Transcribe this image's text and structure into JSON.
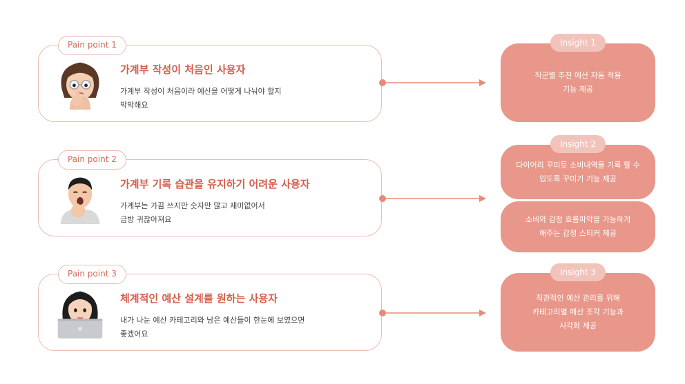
{
  "pain_points": [
    {
      "tag": "Pain point 1",
      "title": "가계부 작성이 처음인 사용자",
      "desc_line1": "가계부 작성이 처음이라 예산을 어떻게 나눠야 할지",
      "desc_line2": "막막해요",
      "avatar": "thinking-woman-memoji"
    },
    {
      "tag": "Pain point 2",
      "title": "가계부 기록 습관을 유지하기 어려운 사용자",
      "desc_line1": "가계부는 가끔 쓰지만 숫자만 많고 재미없어서",
      "desc_line2": "금방 귀찮아져요",
      "avatar": "yawning-man-memoji"
    },
    {
      "tag": "Pain point 3",
      "title": "체계적인 예산 설계를 원하는 사용자",
      "desc_line1": "내가 나눈 예산 카테고리와 남은 예산들이 한눈에 보였으면",
      "desc_line2": "좋겠어요",
      "avatar": "laptop-woman-memoji"
    }
  ],
  "insights": [
    {
      "tag": "Insight 1",
      "boxes": [
        {
          "line1": "직군별 추천 예산 자동 적용",
          "line2": "기능 제공"
        }
      ]
    },
    {
      "tag": "Insight 2",
      "boxes": [
        {
          "line1": "다이어리 꾸미듯 소비내역을 기록 할 수",
          "line2": "있도록 꾸미기 기능 제공"
        },
        {
          "line1": "소비와 감정 흐름파악을 가능하게",
          "line2": "해주는 감정 스티커 제공"
        }
      ]
    },
    {
      "tag": "Insight 3",
      "boxes": [
        {
          "line1": "직관적인 예산 관리를 위해",
          "line2": "카테고리별 예산 조각 기능과",
          "line3": "시각화 제공"
        }
      ]
    }
  ],
  "colors": {
    "accent_text": "#d35f4d",
    "card_border": "#ecbbb1",
    "insight_fill": "#e8978a",
    "insight_tag_fill": "#f2c3ba",
    "connector": "#e58b7c"
  }
}
